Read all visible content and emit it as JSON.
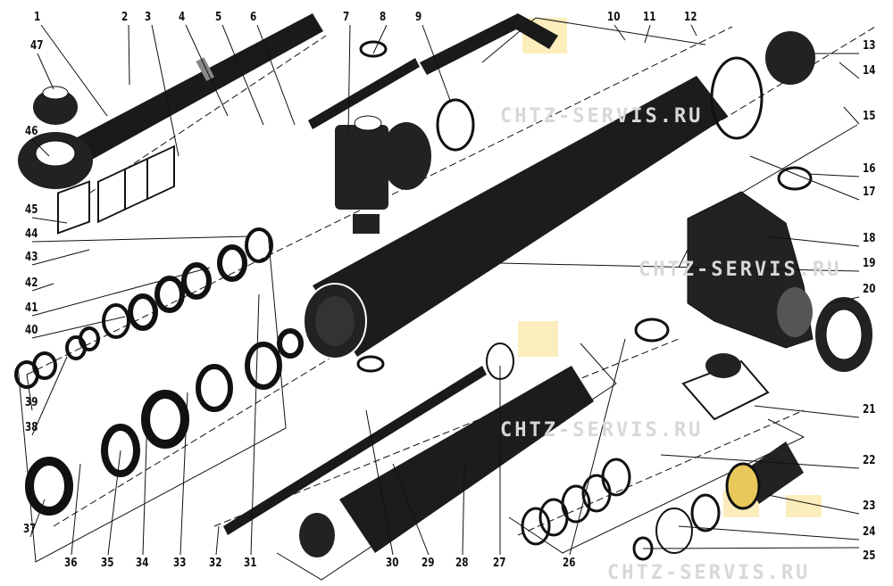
{
  "diagram": {
    "watermark": "CHTZ-SERVIS.RU",
    "watermark_color": "#f5d76e",
    "callouts": [
      "1",
      "2",
      "3",
      "4",
      "5",
      "6",
      "7",
      "8",
      "9",
      "10",
      "11",
      "12",
      "13",
      "14",
      "15",
      "16",
      "17",
      "18",
      "19",
      "20",
      "21",
      "22",
      "23",
      "24",
      "25",
      "26",
      "27",
      "28",
      "29",
      "30",
      "31",
      "32",
      "33",
      "34",
      "35",
      "36",
      "37",
      "38",
      "39",
      "40",
      "41",
      "42",
      "43",
      "44",
      "45",
      "46",
      "47"
    ]
  }
}
